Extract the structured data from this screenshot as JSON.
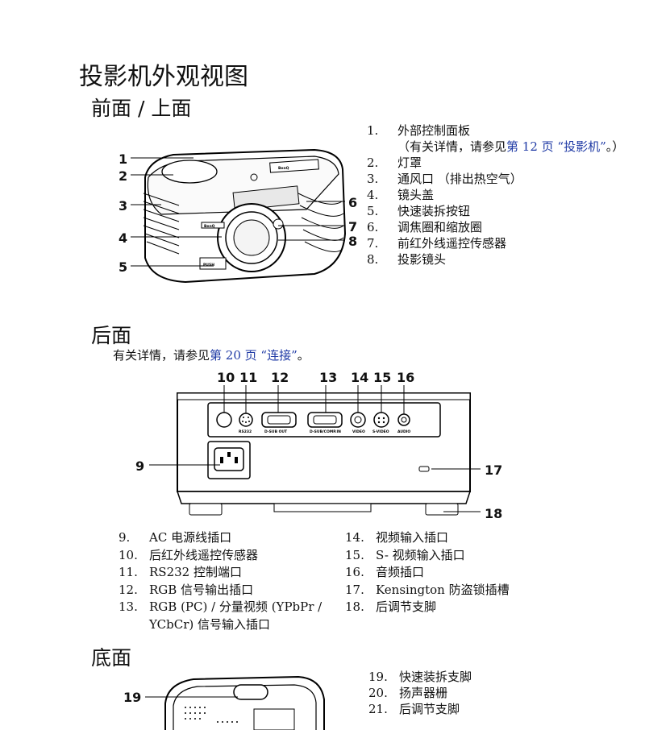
{
  "title": "投影机外观视图",
  "front": {
    "heading": "前面 / 上面",
    "callouts": [
      "1",
      "2",
      "3",
      "4",
      "5",
      "6",
      "7",
      "8"
    ],
    "items": [
      {
        "num": "1.",
        "label": "外部控制面板",
        "note_pre": "（有关详情，请参见",
        "note_link": "第 12 页 “投影机”",
        "note_post": "。）"
      },
      {
        "num": "2.",
        "label": "灯罩"
      },
      {
        "num": "3.",
        "label": "通风口 （排出热空气）"
      },
      {
        "num": "4.",
        "label": "镜头盖"
      },
      {
        "num": "5.",
        "label": "快速装拆按钮"
      },
      {
        "num": "6.",
        "label": "调焦圈和缩放圈"
      },
      {
        "num": "7.",
        "label": "前红外线遥控传感器"
      },
      {
        "num": "8.",
        "label": "投影镜头"
      }
    ]
  },
  "rear": {
    "heading": "后面",
    "note_pre": "有关详情，请参见",
    "note_link": "第 20 页 “连接”",
    "note_post": "。",
    "callouts": [
      "10",
      "11",
      "12",
      "13",
      "14",
      "15",
      "16",
      "9",
      "17",
      "18"
    ],
    "port_labels": [
      "RS232",
      "D-SUB OUT",
      "D-SUB/COMP.IN",
      "VIDEO",
      "S-VIDEO",
      "AUDIO"
    ],
    "items_left": [
      {
        "num": "9.",
        "label": "AC 电源线插口"
      },
      {
        "num": "10.",
        "label": "后红外线遥控传感器"
      },
      {
        "num": "11.",
        "label": "RS232 控制端口"
      },
      {
        "num": "12.",
        "label": "RGB 信号输出插口"
      },
      {
        "num": "13.",
        "label": "RGB (PC) / 分量视频 (YPbPr /"
      },
      {
        "num": "",
        "label": "YCbCr) 信号输入插口"
      }
    ],
    "items_right": [
      {
        "num": "14.",
        "label": "视频输入插口"
      },
      {
        "num": "15.",
        "label": "S- 视频输入插口"
      },
      {
        "num": "16.",
        "label": "音频插口"
      },
      {
        "num": "17.",
        "label": "Kensington 防盗锁插槽"
      },
      {
        "num": "18.",
        "label": "后调节支脚"
      }
    ]
  },
  "bottom": {
    "heading": "底面",
    "callouts": [
      "19"
    ],
    "items": [
      {
        "num": "19.",
        "label": "快速装拆支脚"
      },
      {
        "num": "20.",
        "label": "扬声器栅"
      },
      {
        "num": "21.",
        "label": "后调节支脚"
      }
    ]
  },
  "colors": {
    "link": "#1f3aa5",
    "text": "#111111"
  }
}
